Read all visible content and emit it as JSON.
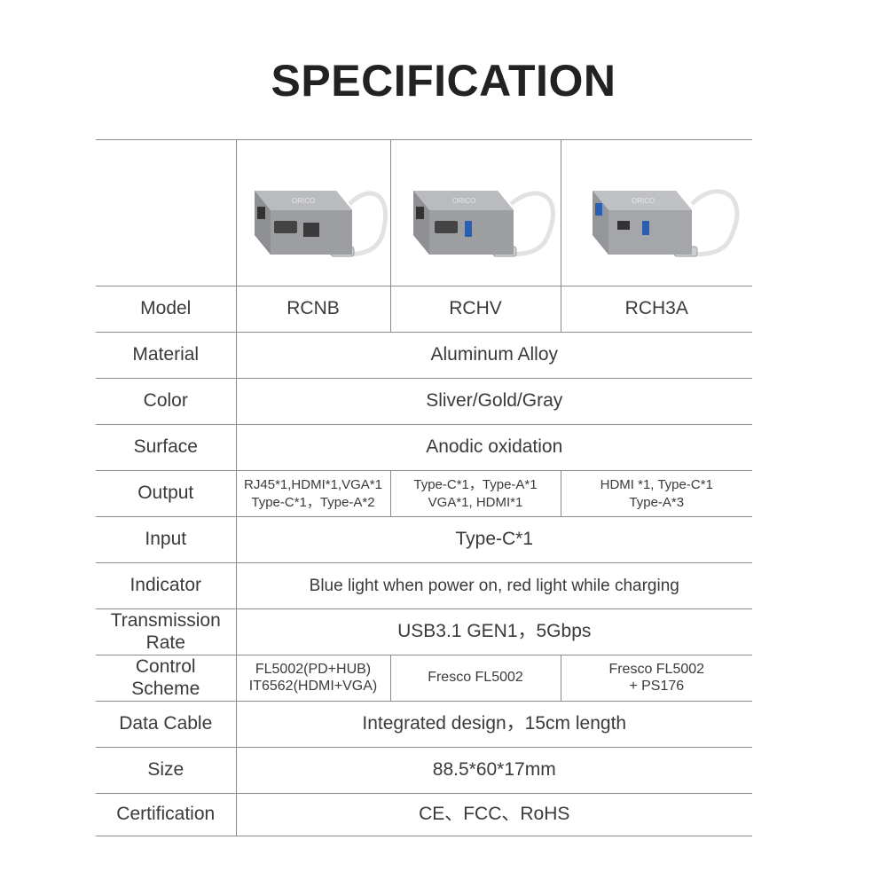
{
  "page_title": "SPECIFICATION",
  "products": [
    {
      "image_icon": "usb-c-hub-rj45-hdmi-vga-image",
      "model": "RCNB"
    },
    {
      "image_icon": "usb-c-hub-hdmi-vga-usb-image",
      "model": "RCHV"
    },
    {
      "image_icon": "usb-c-hub-hdmi-usb3-image",
      "model": "RCH3A"
    }
  ],
  "brand_mark": "ORICO",
  "rows": {
    "model": {
      "label": "Model"
    },
    "material": {
      "label": "Material",
      "value": "Aluminum Alloy"
    },
    "color": {
      "label": "Color",
      "value": "Sliver/Gold/Gray"
    },
    "surface": {
      "label": "Surface",
      "value": "Anodic oxidation"
    },
    "output": {
      "label": "Output",
      "values": [
        [
          "RJ45*1,HDMI*1,VGA*1",
          "Type-C*1，Type-A*2"
        ],
        [
          "Type-C*1，Type-A*1",
          "VGA*1, HDMI*1"
        ],
        [
          "HDMI *1, Type-C*1",
          "Type-A*3"
        ]
      ]
    },
    "input": {
      "label": "Input",
      "value": "Type-C*1"
    },
    "indicator": {
      "label": "Indicator",
      "value": "Blue light when power on, red light while charging"
    },
    "transmission": {
      "label_lines": [
        "Transmission",
        "Rate"
      ],
      "value": "USB3.1 GEN1，5Gbps"
    },
    "control": {
      "label_lines": [
        "Control",
        "Scheme"
      ],
      "values": [
        [
          "FL5002(PD+HUB)",
          "IT6562(HDMI+VGA)"
        ],
        [
          "Fresco FL5002"
        ],
        [
          "Fresco FL5002",
          "+ PS176"
        ]
      ]
    },
    "cable": {
      "label": "Data Cable",
      "value": "Integrated design，15cm length"
    },
    "size": {
      "label": "Size",
      "value": "88.5*60*17mm"
    },
    "certification": {
      "label": "Certification",
      "value": "CE、FCC、RoHS"
    }
  },
  "colors": {
    "border": "#8a8a8a",
    "text": "#3a3a3a",
    "title": "#222222",
    "hub_body": "#a9abae"
  }
}
